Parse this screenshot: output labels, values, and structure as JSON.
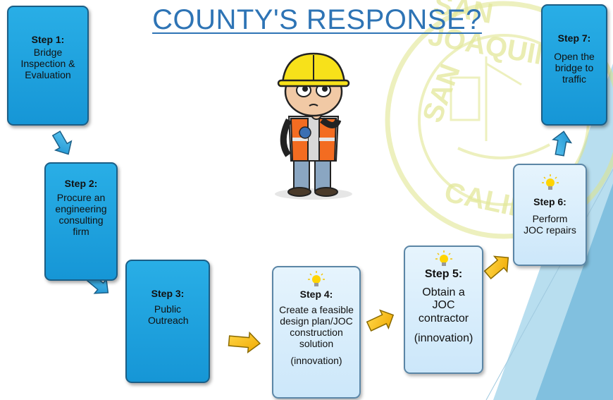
{
  "title": "COUNTY'S RESPONSE?",
  "steps": [
    {
      "label": "Step 1:",
      "text": "Bridge Inspection & Evaluation"
    },
    {
      "label": "Step 2:",
      "text": "Procure an engineering consulting firm"
    },
    {
      "label": "Step 3:",
      "text": "Public Outreach"
    },
    {
      "label": "Step 4:",
      "text": "Create a feasible design plan/JOC construction solution",
      "note": "(innovation)"
    },
    {
      "label": "Step 5:",
      "text": "Obtain a JOC contractor",
      "note": "(innovation)"
    },
    {
      "label": "Step 6:",
      "text": "Perform JOC repairs"
    },
    {
      "label": "Step 7:",
      "text": "Open the bridge to traffic"
    }
  ],
  "seal_text": {
    "top": "SAN JOAQUIN",
    "left": "SAN",
    "bottom": "CALIF"
  },
  "colors": {
    "dark_step": "#1fa3e0",
    "light_step": "#dff0fc",
    "arrow_blue": "#29aee6",
    "arrow_yellow": "#f5b800",
    "title": "#2e74b5"
  }
}
